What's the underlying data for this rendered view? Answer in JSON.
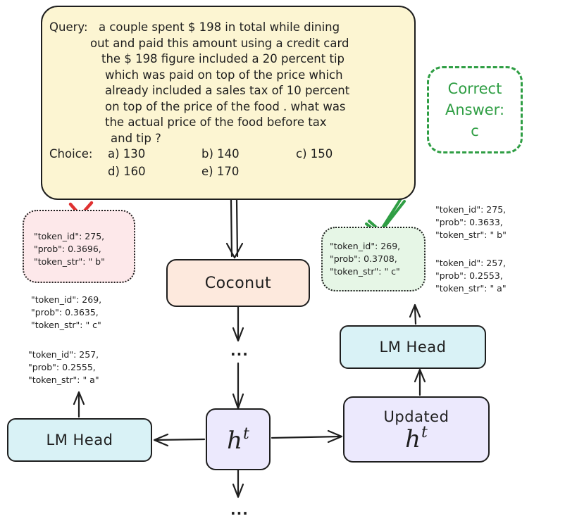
{
  "query": {
    "label": "Query:",
    "lines": [
      "a couple spent $ 198 in total while dining",
      "out and paid this amount using a credit card",
      "the $ 198 figure included a 20 percent tip",
      "which was paid on top of the price which",
      "already included a sales tax of 10 percent",
      "on top of the price of the food . what was",
      "the actual price of the food before tax",
      "and tip ?"
    ],
    "choice_label": "Choice:",
    "choices": [
      "a) 130",
      "b) 140",
      "c) 150",
      "d) 160",
      "e) 170"
    ]
  },
  "correct": {
    "line1": "Correct",
    "line2": "Answer:",
    "line3": "c",
    "color": "#2f9e44"
  },
  "nodes": {
    "coconut": "Coconut",
    "lm_head_left": "LM Head",
    "lm_head_right": "LM Head",
    "hidden_symbol": "h",
    "hidden_superscript": "t",
    "updated_label": "Updated",
    "updated_symbol": "h",
    "updated_superscript": "t",
    "ellipsis_mid": "...",
    "ellipsis_bottom": "..."
  },
  "left_predictions": {
    "top": {
      "token_id": "\"token_id\": 275,",
      "prob": "\"prob\": 0.3696,",
      "token_str": "\"token_str\": \" b\""
    },
    "second": {
      "token_id": "\"token_id\": 269,",
      "prob": "\"prob\": 0.3635,",
      "token_str": "\"token_str\": \" c\""
    },
    "third": {
      "token_id": "\"token_id\": 257,",
      "prob": "\"prob\": 0.2555,",
      "token_str": "\"token_str\": \" a\""
    }
  },
  "right_predictions": {
    "top": {
      "token_id": "\"token_id\": 269,",
      "prob": "\"prob\": 0.3708,",
      "token_str": "\"token_str\": \" c\""
    },
    "second": {
      "token_id": "\"token_id\": 275,",
      "prob": "\"prob\": 0.3633,",
      "token_str": "\"token_str\": \" b\""
    },
    "third": {
      "token_id": "\"token_id\": 257,",
      "prob": "\"prob\": 0.2553,",
      "token_str": "\"token_str\": \" a\""
    }
  },
  "colors": {
    "query_fill": "#fcf5d2",
    "coconut_fill": "#fde9dd",
    "lm_head_fill": "#d9f2f6",
    "hidden_fill": "#ece9fd",
    "wrong_fill": "#fde8ea",
    "right_fill": "#e6f6e6",
    "cross": "#e03131",
    "check": "#2f9e44",
    "stroke": "#1e1e1e"
  }
}
